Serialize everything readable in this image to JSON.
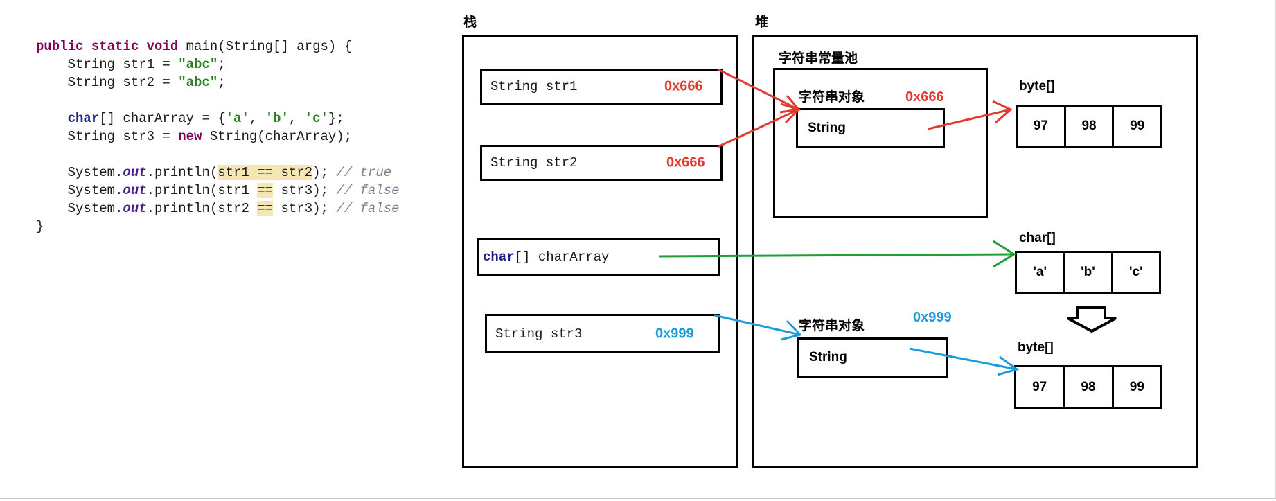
{
  "code": {
    "lines": [
      [
        [
          "kw",
          "public static void"
        ],
        [
          "t",
          " main(String[] args) {"
        ]
      ],
      [
        [
          "t",
          "    String str1 = "
        ],
        [
          "str",
          "\"abc\""
        ],
        [
          "t",
          ";"
        ]
      ],
      [
        [
          "t",
          "    String str2 = "
        ],
        [
          "str",
          "\"abc\""
        ],
        [
          "t",
          ";"
        ]
      ],
      [],
      [
        [
          "t",
          "    "
        ],
        [
          "kwb",
          "char"
        ],
        [
          "t",
          "[] charArray = {"
        ],
        [
          "str",
          "'a'"
        ],
        [
          "t",
          ", "
        ],
        [
          "str",
          "'b'"
        ],
        [
          "t",
          ", "
        ],
        [
          "str",
          "'c'"
        ],
        [
          "t",
          "};"
        ]
      ],
      [
        [
          "t",
          "    String str3 = "
        ],
        [
          "kw",
          "new"
        ],
        [
          "t",
          " String(charArray);"
        ]
      ],
      [],
      [
        [
          "t",
          "    System."
        ],
        [
          "fld",
          "out"
        ],
        [
          "t",
          ".println("
        ],
        [
          "hl",
          "str1 == str2"
        ],
        [
          "t",
          "); "
        ],
        [
          "cmt",
          "// true"
        ]
      ],
      [
        [
          "t",
          "    System."
        ],
        [
          "fld",
          "out"
        ],
        [
          "t",
          ".println(str1 "
        ],
        [
          "hl2",
          "=="
        ],
        [
          "t",
          " str3); "
        ],
        [
          "cmt",
          "// false"
        ]
      ],
      [
        [
          "t",
          "    System."
        ],
        [
          "fld",
          "out"
        ],
        [
          "t",
          ".println(str2 "
        ],
        [
          "hl2",
          "=="
        ],
        [
          "t",
          " str3); "
        ],
        [
          "cmt",
          "// false"
        ]
      ],
      [
        [
          "t",
          "}"
        ]
      ]
    ]
  },
  "stack": {
    "title": "栈",
    "vars": [
      {
        "name": "String str1",
        "addr": "0x666"
      },
      {
        "name": "String str2",
        "addr": "0x666"
      },
      {
        "name_kw": "char",
        "name": "[] charArray"
      },
      {
        "name": "String str3",
        "addr": "0x999"
      }
    ]
  },
  "heap": {
    "title": "堆",
    "pool_title": "字符串常量池",
    "pool_obj_label": "字符串对象",
    "pool_obj_addr": "0x666",
    "pool_obj_type": "String",
    "obj2_label": "字符串对象",
    "obj2_addr": "0x999",
    "obj2_type": "String",
    "byte_label_1": "byte[]",
    "byte_values_1": [
      "97",
      "98",
      "99"
    ],
    "char_label": "char[]",
    "char_values": [
      "'a'",
      "'b'",
      "'c'"
    ],
    "byte_label_2": "byte[]",
    "byte_values_2": [
      "97",
      "98",
      "99"
    ]
  },
  "colors": {
    "red": "#e23a2f",
    "green": "#1f9e3a",
    "blue": "#1a9bdc"
  }
}
